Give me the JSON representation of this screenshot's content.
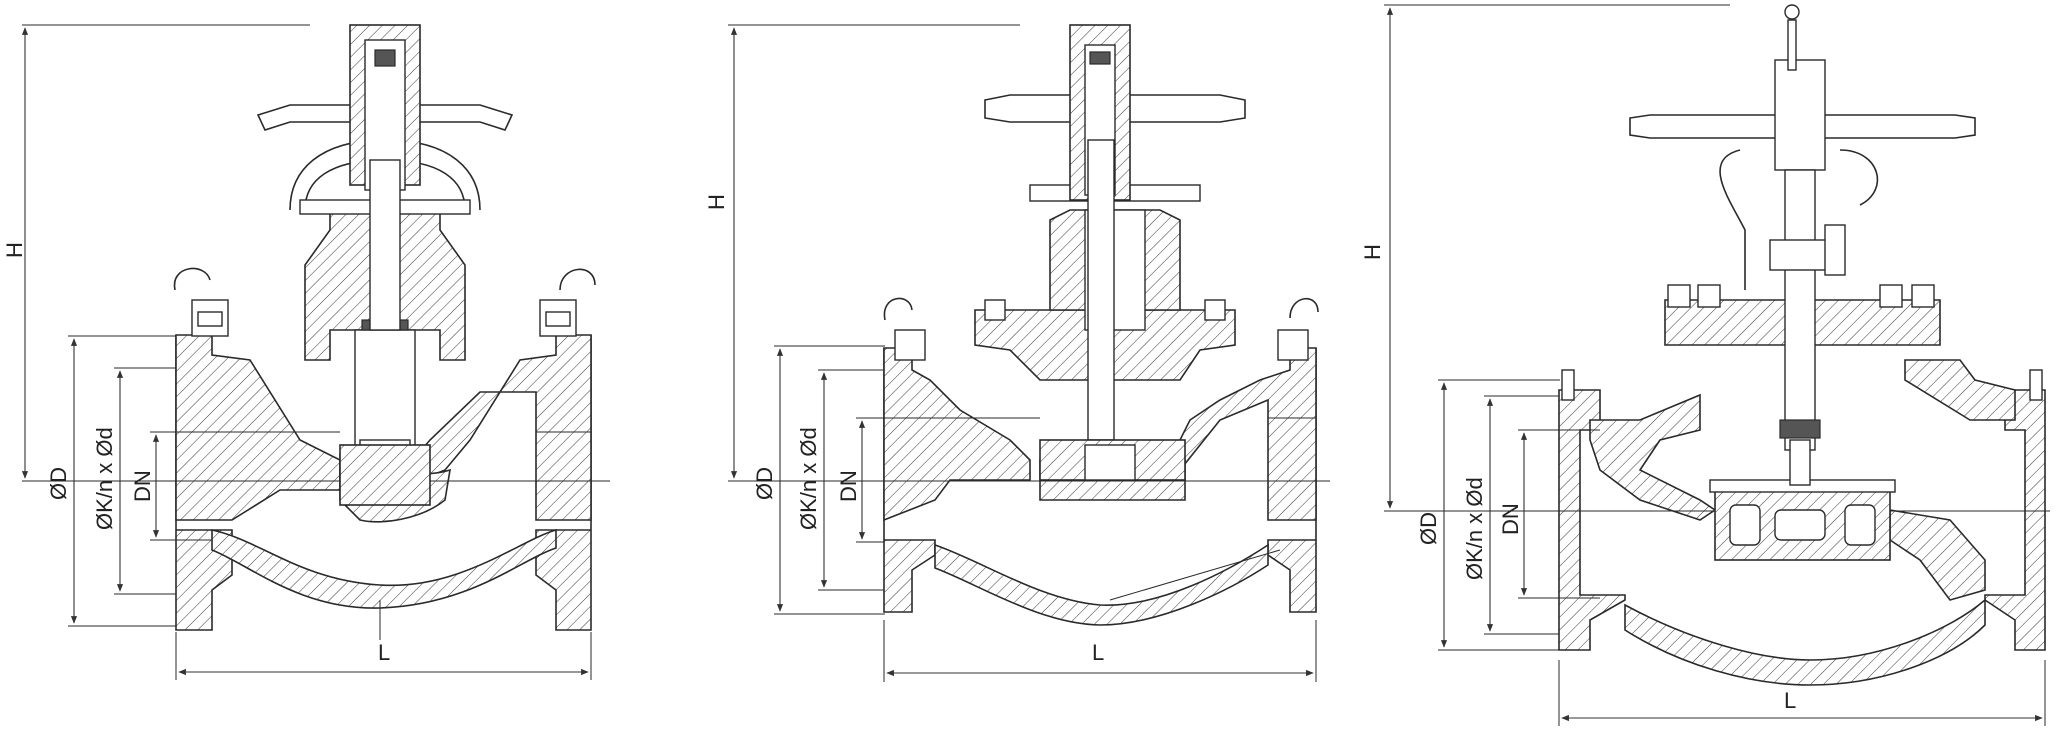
{
  "views": [
    {
      "id": "valve-1",
      "labels": {
        "height": "H",
        "outer_diameter": "ØD",
        "bolt_circle": "ØK/n x Ød",
        "nominal_diameter": "DN",
        "length": "L"
      }
    },
    {
      "id": "valve-2",
      "labels": {
        "height": "H",
        "outer_diameter": "ØD",
        "bolt_circle": "ØK/n x Ød",
        "nominal_diameter": "DN",
        "length": "L"
      }
    },
    {
      "id": "valve-3",
      "labels": {
        "height": "H",
        "outer_diameter": "ØD",
        "bolt_circle": "ØK/n x Ød",
        "nominal_diameter": "DN",
        "length": "L"
      }
    }
  ],
  "colors": {
    "line": "#2a2a2a",
    "background": "#ffffff"
  }
}
